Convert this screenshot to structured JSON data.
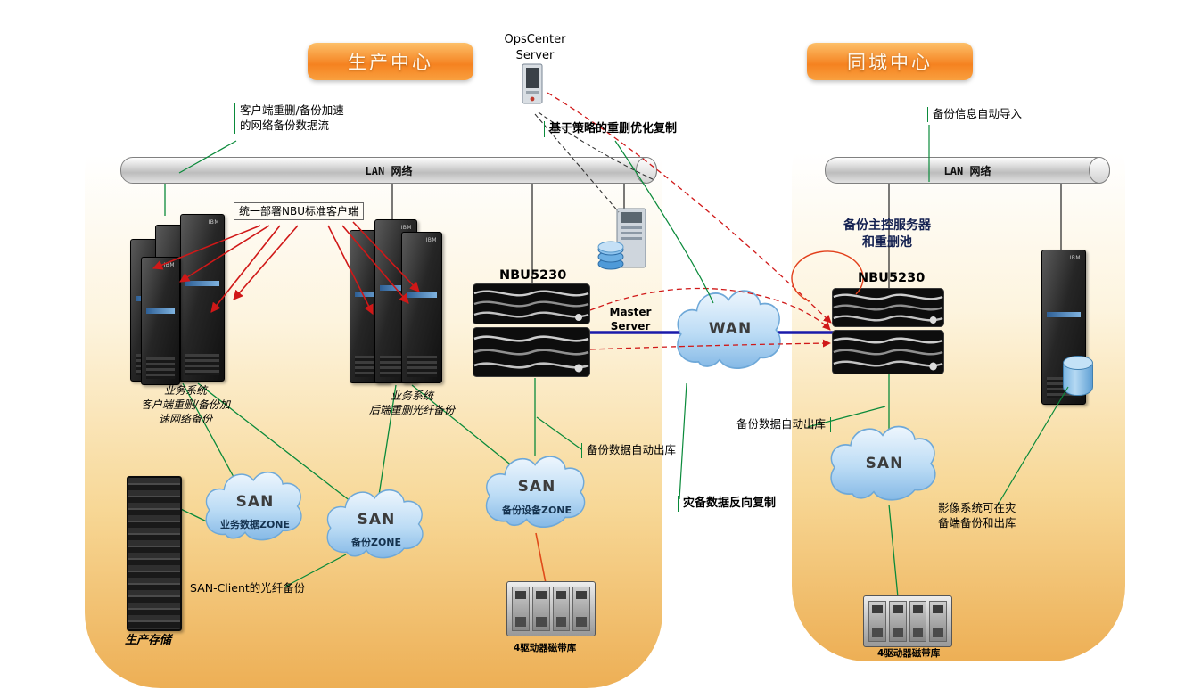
{
  "palette": {
    "header_orange": "#f58220",
    "panel_bottom": "#edaf55",
    "line_green": "#0a8a3a",
    "arrow_red": "#d01818",
    "link_blue": "#1a1aaa",
    "cloud_blue": "#85b9e6"
  },
  "icons": {
    "ibm_logo": "IBM"
  },
  "left": {
    "title": "生产中心",
    "opscenter_label": "OpsCenter\nServer",
    "flow_note": "客户端重删/备份加速\n的网络备份数据流",
    "lan_label": "LAN 网络",
    "nbu_client_note": "统一部署NBU标准客户端",
    "policy_note": "基于策略的重删优化复制",
    "nbu_label": "NBU5230",
    "master_label": "Master\nServer",
    "biz_group1_note": "业务系统\n客户端重删/备份加\n速网络备份",
    "biz_group2_note": "业务系统\n后端重删光纤备份",
    "san1": {
      "name": "SAN",
      "zone": "业务数据ZONE"
    },
    "san2": {
      "name": "SAN",
      "zone": "备份ZONE"
    },
    "san3": {
      "name": "SAN",
      "zone": "备份设备ZONE"
    },
    "storage_label": "生产存储",
    "san_client_note": "SAN-Client的光纤备份",
    "tape_label": "4驱动器磁带库",
    "auto_out_note": "备份数据自动出库",
    "dr_reverse_note": "灾备数据反向复制"
  },
  "wan": {
    "name": "WAN"
  },
  "right": {
    "title": "同城中心",
    "import_note": "备份信息自动导入",
    "lan_label": "LAN 网络",
    "master_note": "备份主控服务器\n和重删池",
    "nbu_label": "NBU5230",
    "san": {
      "name": "SAN"
    },
    "auto_out_note": "备份数据自动出库",
    "image_note": "影像系统可在灾\n备端备份和出库",
    "tape_label": "4驱动器磁带库"
  }
}
